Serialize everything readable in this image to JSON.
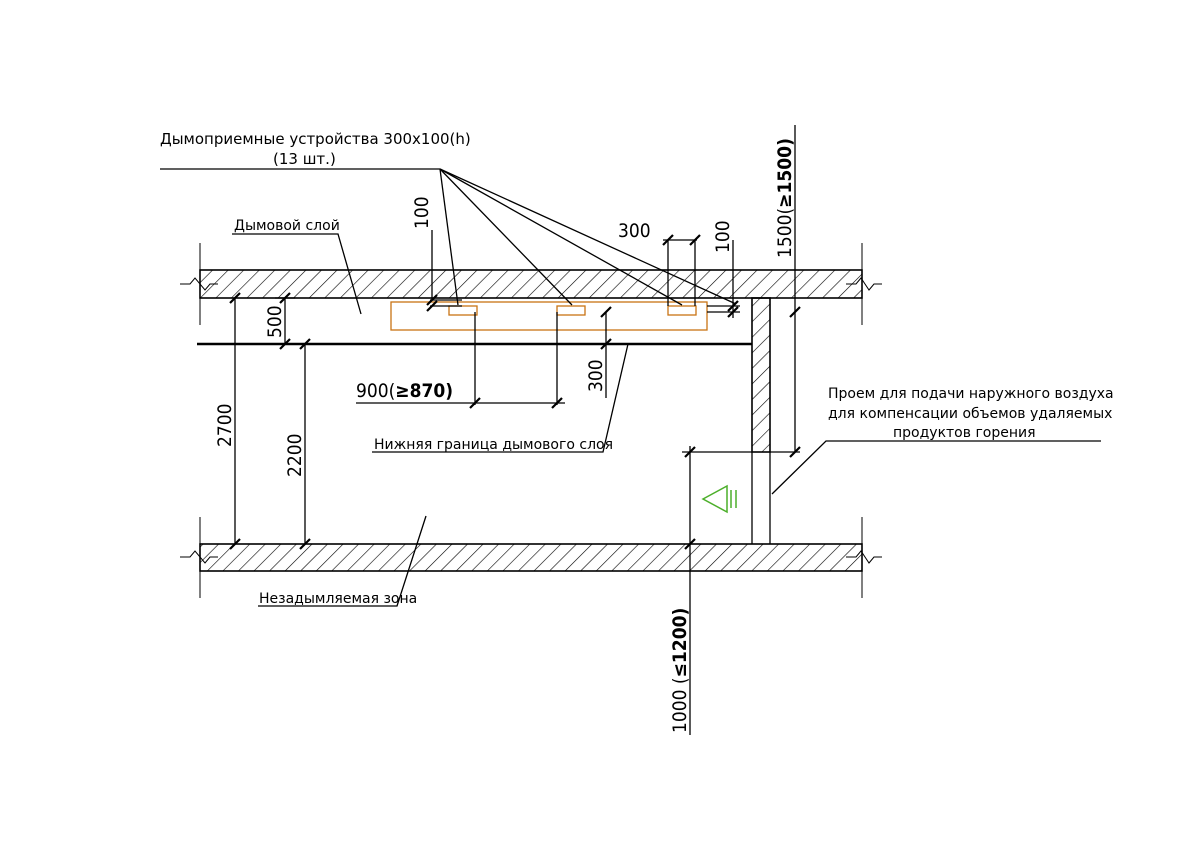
{
  "labels": {
    "smoke_devices_line1": "Дымоприемные устройства 300х100(h)",
    "smoke_devices_line2": "(13 шт.)",
    "smoke_layer": "Дымовой слой",
    "smoke_lower_boundary": "Нижняя граница дымового слоя",
    "smoke_free_zone": "Незадымляемая зона",
    "air_opening_line1": "Проем для подачи наружного воздуха",
    "air_opening_line2": "для компенсации объемов удаляемых",
    "air_opening_line3": "продуктов горения"
  },
  "dimensions": {
    "d100_left": "100",
    "d100_right": "100",
    "d300_top": "300",
    "d500": "500",
    "d900": "900(",
    "d870": "≥870)",
    "d300_mid": "300",
    "d2700": "2700",
    "d2200": "2200",
    "d1500": "1500(",
    "d1500b": "≥1500)",
    "d1000": "1000 (",
    "d1200": "≤1200)"
  },
  "colors": {
    "line": "#000000",
    "smoke_device": "#c87414",
    "air_inlet_symbol": "#4caf2a"
  },
  "icons": {
    "air_inlet_symbol": "triangle-with-bars"
  }
}
